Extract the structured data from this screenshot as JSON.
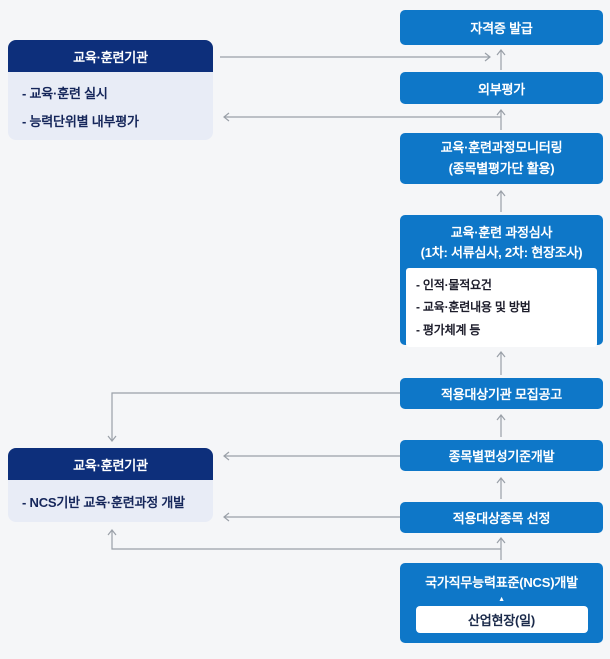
{
  "diagram": {
    "left_column": {
      "top_box": {
        "header": "교육·훈련기관",
        "items": [
          "- 교육·훈련 실시",
          "- 능력단위별 내부평가"
        ]
      },
      "bottom_box": {
        "header": "교육·훈련기관",
        "items": [
          "- NCS기반 교육·훈련과정 개발"
        ]
      }
    },
    "right_column": {
      "boxes": [
        {
          "id": "certificate-issuance",
          "label": "자격증 발급"
        },
        {
          "id": "external-evaluation",
          "label": "외부평가"
        },
        {
          "id": "monitoring",
          "label": "교육·훈련과정모니터링",
          "sub": "(종목별평가단 활용)"
        },
        {
          "id": "course-review",
          "label": "교육·훈련 과정심사",
          "sub": "(1차: 서류심사, 2차: 현장조사)",
          "items": [
            "- 인적·물적요건",
            "- 교육·훈련내용 및 방법",
            "- 평가체계 등"
          ]
        },
        {
          "id": "recruit-notice",
          "label": "적용대상기관 모집공고"
        },
        {
          "id": "standards-dev",
          "label": "종목별편성기준개발"
        },
        {
          "id": "item-selection",
          "label": "적용대상종목 선정"
        },
        {
          "id": "ncs-dev",
          "label": "국가직무능력표준(NCS)개발",
          "inner": "산업현장(일)"
        }
      ]
    },
    "icons": {
      "up_triangle": "▲"
    },
    "colors": {
      "box_blue": "#0e77c8",
      "header_navy": "#0d2f7b",
      "body_light": "#e8ecf6",
      "background": "#f5f6f8",
      "arrow_gray": "#9aa0a8",
      "panel_white": "#ffffff"
    }
  }
}
